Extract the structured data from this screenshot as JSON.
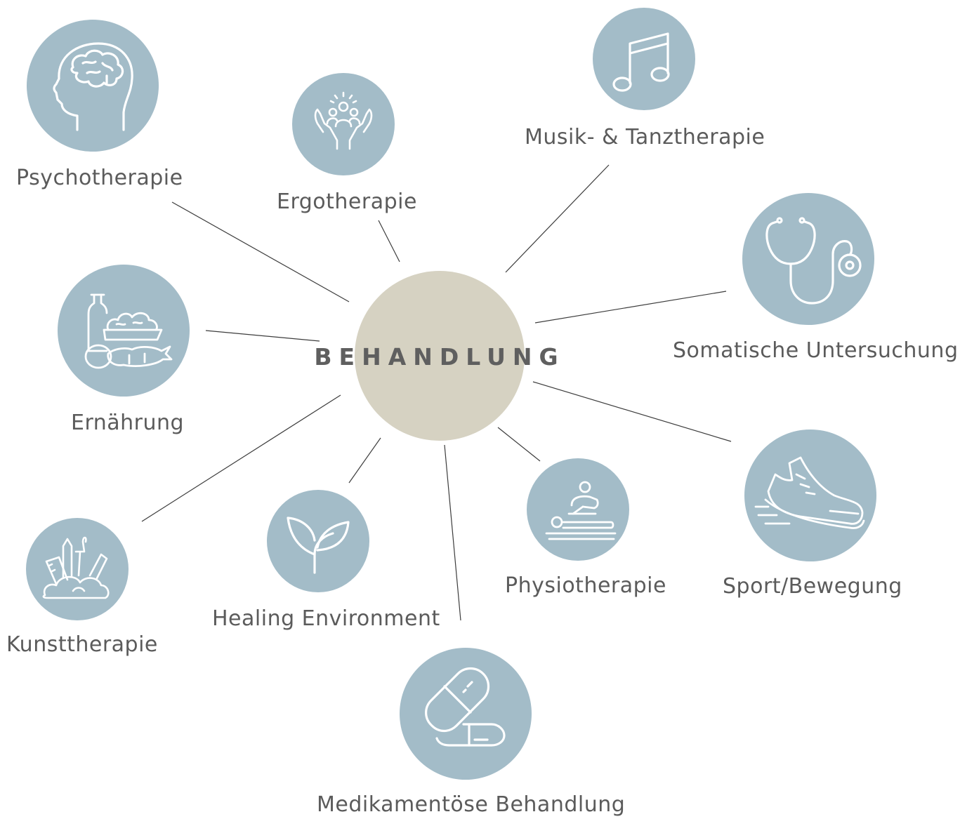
{
  "center": {
    "label": "BEHANDLUNG"
  },
  "nodes": {
    "psychotherapie": {
      "label": "Psychotherapie",
      "icon": "brain-head-icon"
    },
    "ergotherapie": {
      "label": "Ergotherapie",
      "icon": "people-in-hands-icon"
    },
    "musik": {
      "label": "Musik- & Tanztherapie",
      "icon": "music-note-icon"
    },
    "somatische": {
      "label": "Somatische Untersuchung",
      "icon": "stethoscope-icon"
    },
    "ernaehrung": {
      "label": "Ernährung",
      "icon": "vegetables-icon"
    },
    "sport": {
      "label": "Sport/Bewegung",
      "icon": "running-shoe-icon"
    },
    "physiotherapie": {
      "label": "Physiotherapie",
      "icon": "massage-icon"
    },
    "healing": {
      "label": "Healing Environment",
      "icon": "plant-sprout-icon"
    },
    "kunsttherapie": {
      "label": "Kunsttherapie",
      "icon": "art-supplies-icon"
    },
    "medikamente": {
      "label": "Medikamentöse Behandlung",
      "icon": "pill-capsule-icon"
    }
  },
  "colors": {
    "node_fill": "#a3bcc8",
    "center_fill": "#d6d2c2",
    "label_text": "#5b5b5b",
    "connector": "#3c3c3c"
  }
}
